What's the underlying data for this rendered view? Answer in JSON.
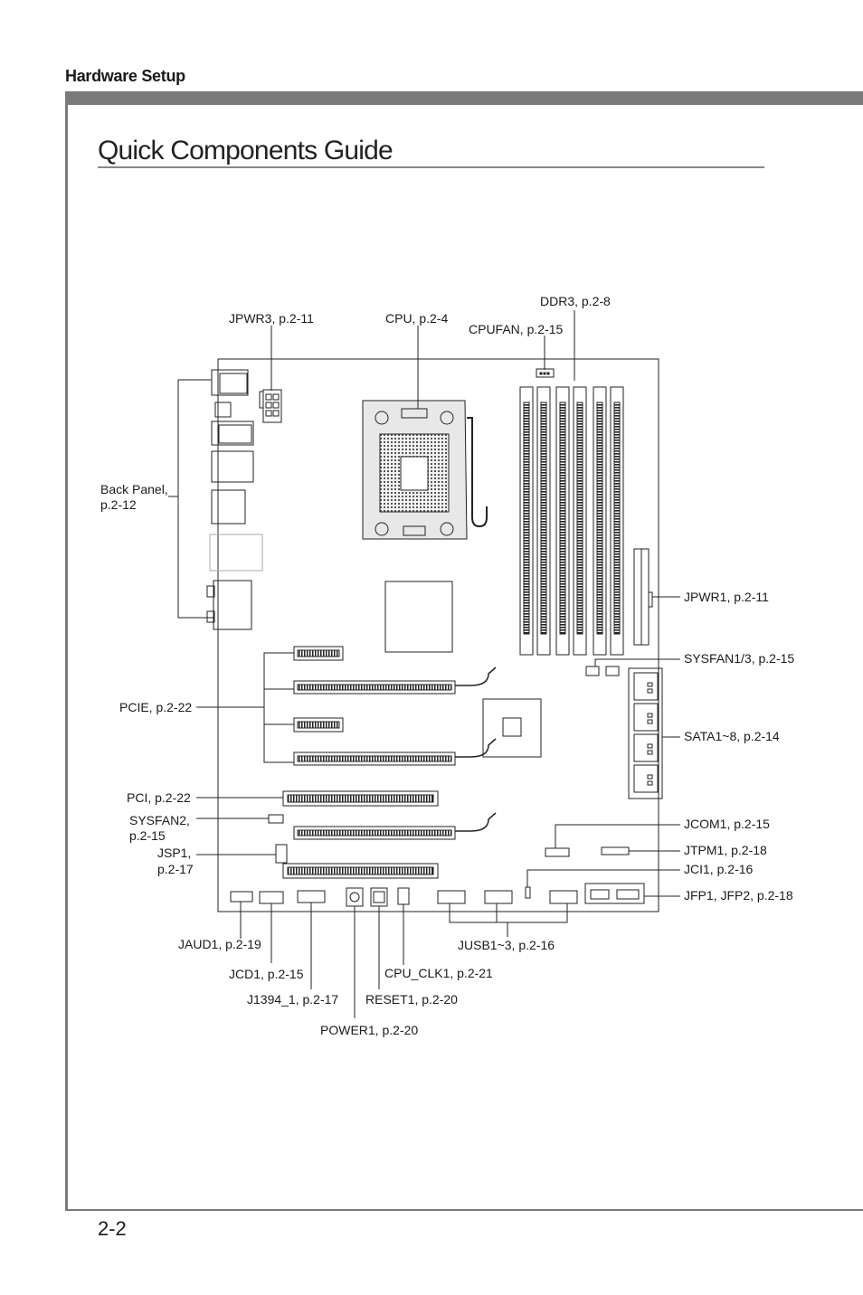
{
  "header": {
    "section": "Hardware Setup"
  },
  "page": {
    "title": "Quick Components Guide",
    "number": "2-2"
  },
  "labels": {
    "ddr3": "DDR3, p.2-8",
    "jpwr3": "JPWR3, p.2-11",
    "cpu": "CPU, p.2-4",
    "cpufan": "CPUFAN, p.2-15",
    "backpanel_1": "Back Panel,",
    "backpanel_2": "p.2-12",
    "jpwr1": "JPWR1, p.2-11",
    "sysfan13": "SYSFAN1/3, p.2-15",
    "pcie": "PCIE, p.2-22",
    "sata": "SATA1~8, p.2-14",
    "pci": "PCI, p.2-22",
    "sysfan2_1": "SYSFAN2,",
    "sysfan2_2": "p.2-15",
    "jcom1": "JCOM1, p.2-15",
    "jsp1_1": "JSP1,",
    "jsp1_2": "p.2-17",
    "jtpm1": "JTPM1, p.2-18",
    "jci1": "JCI1, p.2-16",
    "jfp": "JFP1, JFP2, p.2-18",
    "jaud1": "JAUD1, p.2-19",
    "jusb": "JUSB1~3, p.2-16",
    "jcd1": "JCD1, p.2-15",
    "cpuclk1": "CPU_CLK1, p.2-21",
    "j1394": "J1394_1, p.2-17",
    "reset1": "RESET1, p.2-20",
    "power1": "POWER1, p.2-20"
  }
}
